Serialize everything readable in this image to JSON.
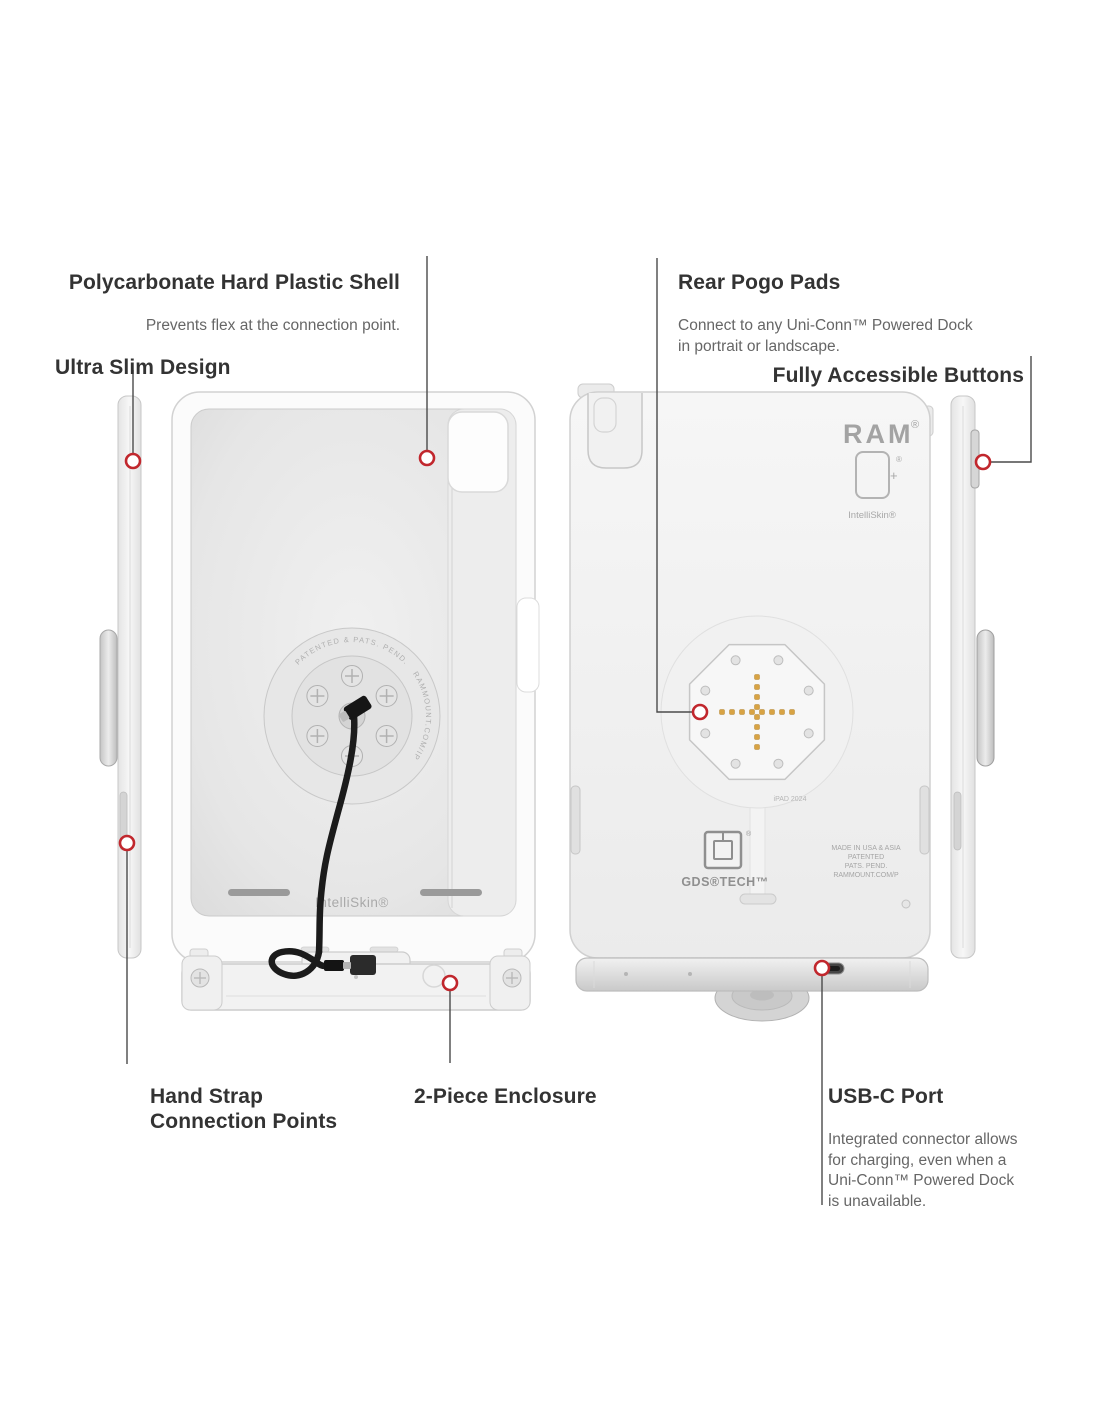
{
  "page": {
    "background": "#ffffff"
  },
  "colors": {
    "accent_red": "#c1272d",
    "callout_line": "#4a4a4a",
    "heading_text": "#333333",
    "body_text": "#666666",
    "case_light": "#f4f4f4",
    "case_mid": "#e7e7e7",
    "pogo_gold": "#d8a343"
  },
  "callouts": {
    "shell": {
      "title": "Polycarbonate Hard Plastic Shell",
      "desc": "Prevents flex at the connection point."
    },
    "ultra_slim": {
      "title": "Ultra Slim Design"
    },
    "rear_pogo": {
      "title": "Rear Pogo Pads",
      "desc": "Connect to any Uni-Conn™ Powered Dock\nin portrait or landscape."
    },
    "buttons": {
      "title": "Fully Accessible Buttons"
    },
    "hand_strap": {
      "title": "Hand Strap\nConnection Points"
    },
    "enclosure": {
      "title": "2-Piece Enclosure"
    },
    "usbc": {
      "title": "USB-C Port",
      "desc": "Integrated connector allows\nfor charging, even when a\nUni-Conn™ Powered Dock\nis unavailable."
    }
  },
  "product": {
    "brand": "RAM",
    "brand_reg": "®",
    "tablet_icon_plus": "+",
    "tablet_icon_reg": "®",
    "intelliskin_back": "IntelliSkin®",
    "intelliskin_front": "IntelliSkin®",
    "gds_tech": "GDS®TECH™",
    "model": "iPAD 2024",
    "ring_top": "PATENTED & PATS. PEND.",
    "ring_side": "RAMMOUNT.COM/IP",
    "fineprint": {
      "line1": "MADE IN USA & ASIA",
      "line2": "PATENTED",
      "line3": "PATS. PEND.",
      "line4": "RAMMOUNT.COM/P"
    }
  }
}
